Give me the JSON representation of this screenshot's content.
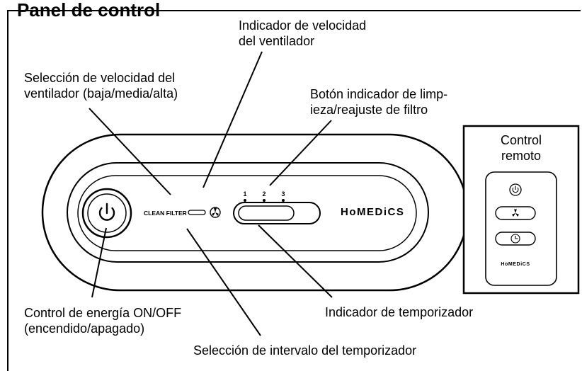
{
  "title": "Panel de control",
  "labels": {
    "fan_speed_indicator": [
      "Indicador de velocidad",
      "del ventilador"
    ],
    "fan_speed_selection": [
      "Selección de velocidad del",
      "ventilador (baja/media/alta)"
    ],
    "filter_button": [
      "Botón indicador de limp-",
      "ieza/reajuste de filtro"
    ],
    "remote": [
      "Control",
      "remoto"
    ],
    "power": [
      "Control de energía ON/OFF",
      "(encendido/apagado)"
    ],
    "timer_indicator": "Indicador de temporizador",
    "timer_interval": "Selección de intervalo del temporizador"
  },
  "device": {
    "clean_filter": "CLEAN FILTER",
    "speed_marks": [
      "1",
      "2",
      "3"
    ],
    "brand": "HoMEDiCS"
  },
  "remote_device": {
    "brand": "HoMEDiCS"
  },
  "icons": {
    "power": "power-icon",
    "fan": "fan-icon",
    "timer": "clock-icon"
  }
}
